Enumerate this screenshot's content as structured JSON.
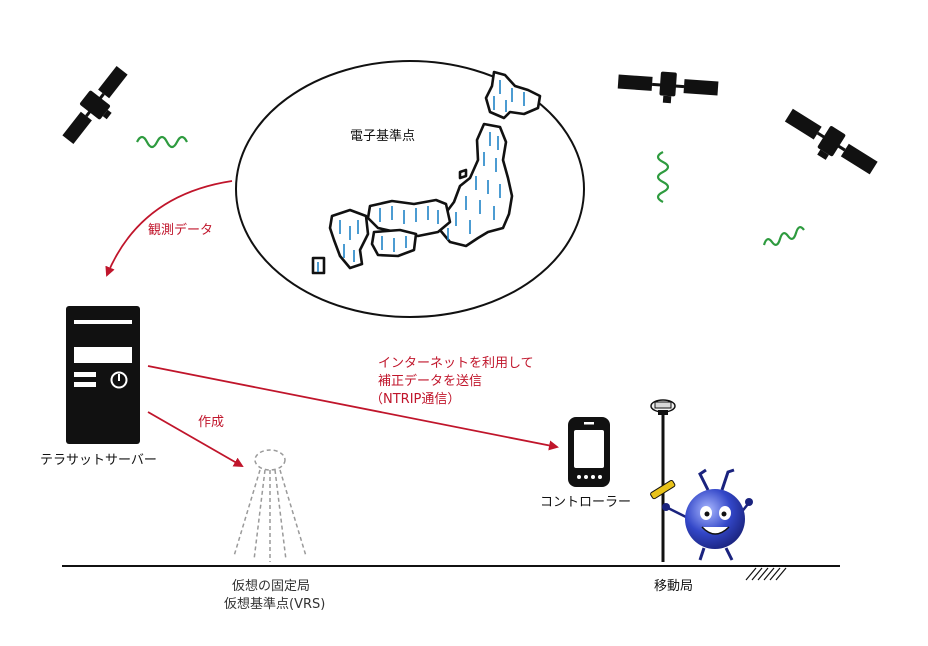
{
  "labels": {
    "denshi_kijunten": "電子基準点",
    "kansoku_data": "観測データ",
    "internet_line1": "インターネットを利用して",
    "internet_line2": "補正データを送信",
    "internet_line3": "（NTRIP通信）",
    "sakusei": "作成",
    "server": "テラサットサーバー",
    "controller": "コントローラー",
    "virtual_line1": "仮想の固定局",
    "virtual_line2": "仮想基準点(VRS)",
    "mobile": "移動局"
  },
  "colors": {
    "arrow": "#c0152b",
    "signal": "#2e9b3f",
    "station": "#1f84c6",
    "ink": "#111111"
  }
}
